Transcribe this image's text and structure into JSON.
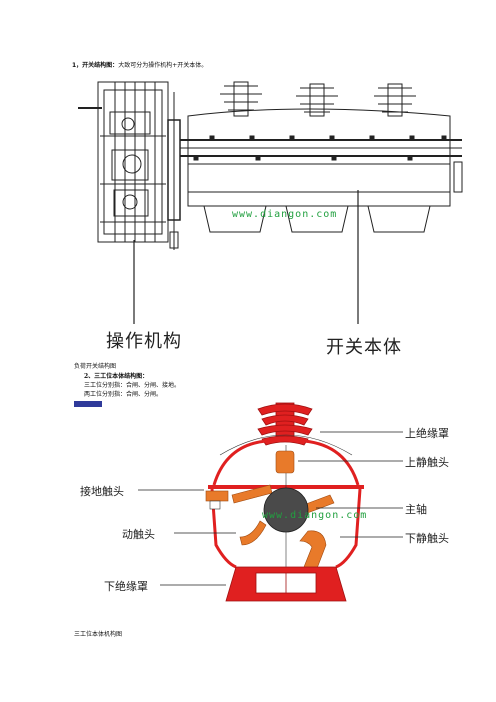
{
  "section1": {
    "title_bold": "1，开关结构图：",
    "title_rest": "大致可分为操作机构+开关本体。"
  },
  "figure1": {
    "label_left": "操作机构",
    "label_right": "开关本体",
    "watermark": "www.diangon.com"
  },
  "figure1_caption": "负荷开关结构图",
  "section2": {
    "title": "2、三工位本体结构图：",
    "line1": "三工位分别指：合闸、分闸、接地。",
    "line2": "两工位分别指：合闸、分闸。"
  },
  "figure2": {
    "labels": {
      "upper_insulator": "上绝缘罩",
      "upper_static": "上静触头",
      "ground_contact": "接地触头",
      "main_shaft": "主轴",
      "moving_contact": "动触头",
      "lower_static": "下静触头",
      "lower_insulator": "下绝缘罩"
    },
    "watermark": "www.diangon.com",
    "colors": {
      "red": "#e02020",
      "orange": "#e87a2a",
      "shaft": "#4a4a4a"
    }
  },
  "figure2_caption": "三工位本体机构图"
}
